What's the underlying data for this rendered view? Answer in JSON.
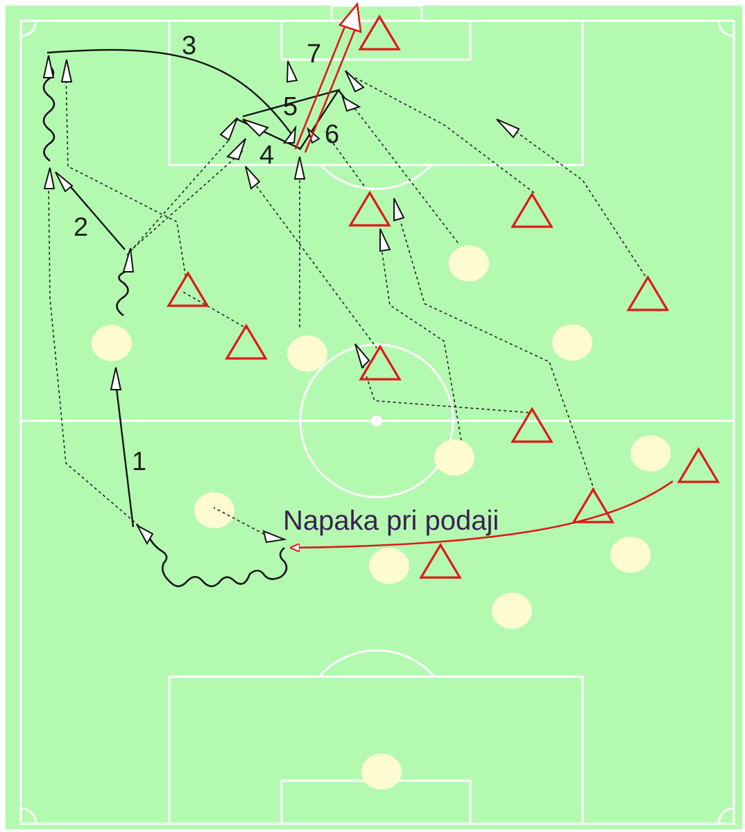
{
  "caption": "Napaka pri podaji",
  "move_labels": [
    "1",
    "2",
    "3",
    "4",
    "5",
    "6",
    "7"
  ],
  "colors": {
    "pitch": "#b3fab0",
    "lines": "#ffffff",
    "attack": "#111111",
    "opponent": "#e01818",
    "teammate": "#fffbd0",
    "caption": "#3b1f52"
  },
  "legend_semantics": {
    "triangle": "opponent-player",
    "circle": "teammate-player",
    "solid-line": "pass",
    "dashed-line": "run",
    "wavy-line": "dribble",
    "red-line": "intercepted-pass-and-shot"
  }
}
